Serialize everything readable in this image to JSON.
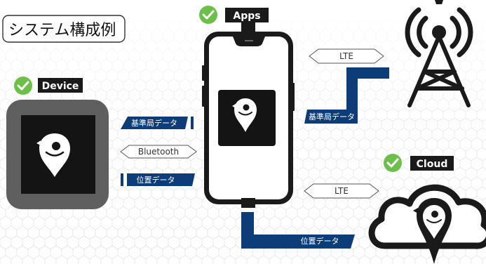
{
  "title": "システム構成例",
  "nodes": {
    "device": {
      "tag": "Device"
    },
    "apps": {
      "tag": "Apps"
    },
    "cloud": {
      "tag": "Cloud"
    }
  },
  "links": {
    "base_station_to_device": "基準局データ",
    "bluetooth": "Bluetooth",
    "position_from_device": "位置データ",
    "lte_tower": "LTE",
    "base_station_from_tower": "基準局データ",
    "lte_cloud": "LTE",
    "position_to_cloud": "位置データ"
  },
  "colors": {
    "navy": "#0d3d78",
    "check_green": "#6cc04a",
    "tag_bg": "#1a1a1a",
    "device_gray": "#5f5f5f"
  }
}
